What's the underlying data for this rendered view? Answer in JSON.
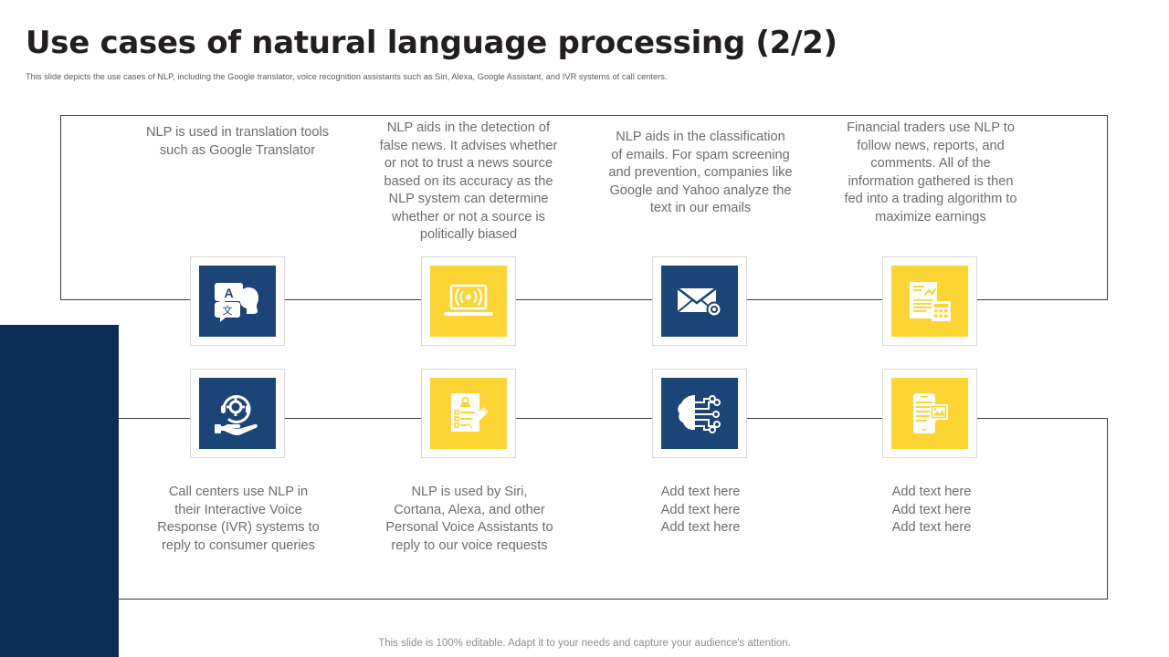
{
  "slide": {
    "title": "Use cases of natural language processing (2/2)",
    "subtitle": "This slide depicts the use cases of NLP, including the Google translator, voice recognition assistants such as Siri, Alexa, Google Assistant, and IVR systems of call centers.",
    "footer": "This slide is 100% editable. Adapt it to your needs and capture your audience's attention.",
    "colors": {
      "navy_dark": "#0b2c54",
      "navy_tile": "#1b4477",
      "yellow_tile": "#fcd434",
      "title_text": "#231f20",
      "body_text": "#6a6c6e",
      "frame_border": "#3b3b3b"
    }
  },
  "top_row": [
    {
      "id": "translation",
      "icon": "translate-icon",
      "tile_color": "navy",
      "text_lines": [
        "NLP is used in translation tools",
        "such as Google Translator"
      ]
    },
    {
      "id": "fake-news",
      "icon": "laptop-signal-icon",
      "tile_color": "yellow",
      "text_lines": [
        "NLP aids in the detection of",
        "false news. It advises whether",
        "or not to trust a news source",
        "based on its accuracy as the",
        "NLP system can determine",
        "whether or not a source is",
        "politically biased"
      ]
    },
    {
      "id": "email-spam",
      "icon": "envelope-icon",
      "tile_color": "navy",
      "text_lines": [
        "NLP aids in the classification",
        "of emails. For spam screening",
        "and prevention, companies like",
        "Google and Yahoo analyze the",
        "text in our emails"
      ]
    },
    {
      "id": "financial-trading",
      "icon": "financial-report-icon",
      "tile_color": "yellow",
      "text_lines": [
        "Financial traders use NLP to",
        "follow news, reports, and",
        "comments. All of the",
        "information gathered is then",
        "fed into a trading algorithm to",
        "maximize earnings"
      ]
    }
  ],
  "bottom_row": [
    {
      "id": "call-center-ivr",
      "icon": "support-hand-icon",
      "tile_color": "navy",
      "text_lines": [
        "Call centers use NLP in",
        "their Interactive Voice",
        "Response (IVR) systems to",
        "reply to consumer queries"
      ]
    },
    {
      "id": "voice-assistants",
      "icon": "form-pencil-icon",
      "tile_color": "yellow",
      "text_lines": [
        "NLP is used by Siri,",
        "Cortana, Alexa, and other",
        "Personal Voice Assistants to",
        "reply to our voice requests"
      ]
    },
    {
      "id": "placeholder-three",
      "icon": "ai-brain-circuit-icon",
      "tile_color": "navy",
      "text_lines": [
        "Add text here",
        "Add text here",
        "Add text here"
      ]
    },
    {
      "id": "placeholder-four",
      "icon": "mobile-message-icon",
      "tile_color": "yellow",
      "text_lines": [
        "Add text here",
        "Add text here",
        "Add text here"
      ]
    }
  ]
}
